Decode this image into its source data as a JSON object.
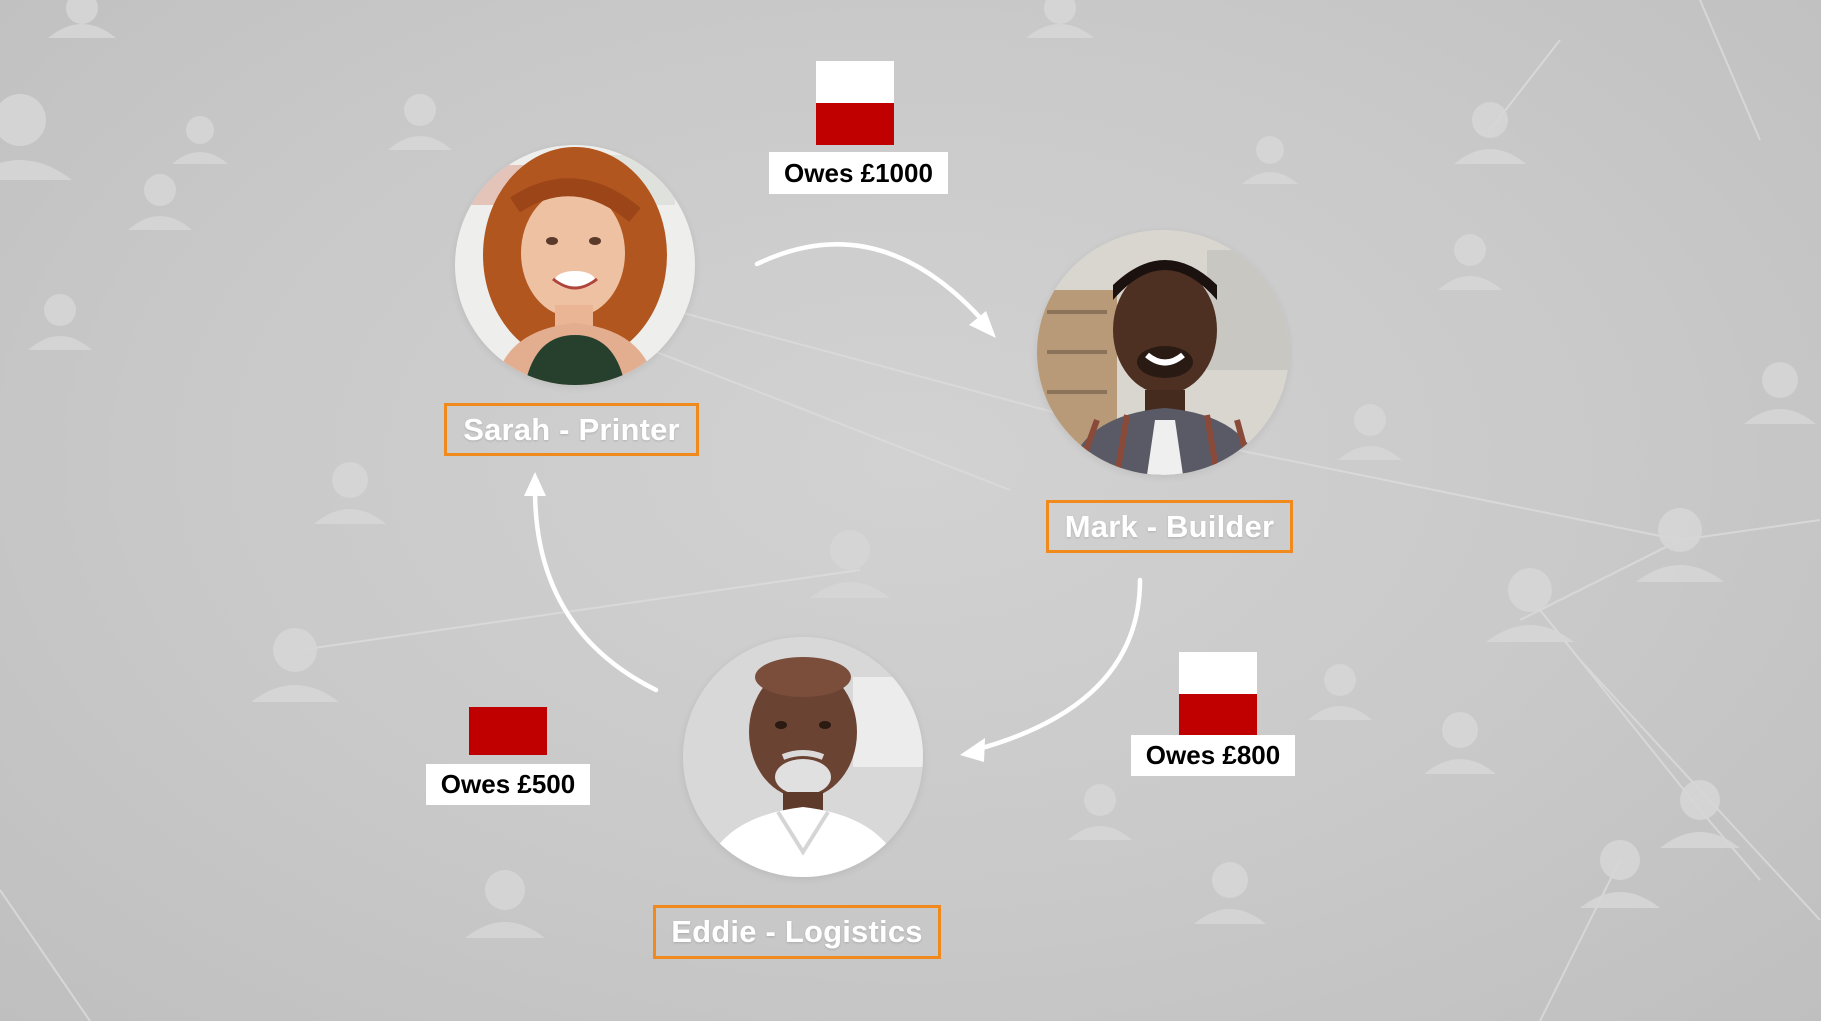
{
  "colors": {
    "name_border": "#f08a1c",
    "flag_red": "#c00000",
    "flag_white": "#ffffff",
    "arrow": "#ffffff"
  },
  "people": {
    "sarah": {
      "label": "Sarah - Printer"
    },
    "mark": {
      "label": "Mark - Builder"
    },
    "eddie": {
      "label": "Eddie - Logistics"
    }
  },
  "debts": {
    "sarah_to_mark": {
      "label": "Owes £1000",
      "paid_fraction": 0.5
    },
    "mark_to_eddie": {
      "label": "Owes £800",
      "paid_fraction": 0.5
    },
    "eddie_to_sarah": {
      "label": "Owes £500",
      "paid_fraction": 0.0
    }
  }
}
